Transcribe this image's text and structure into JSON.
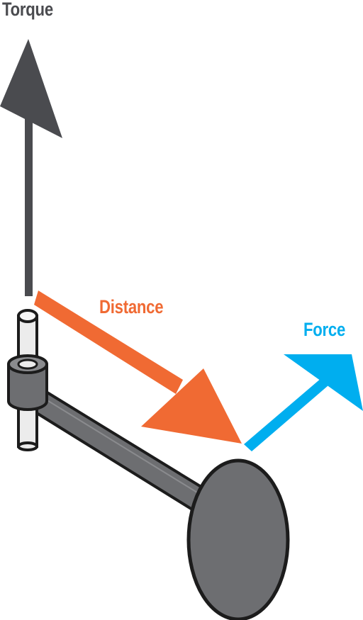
{
  "labels": {
    "torque": "Torque",
    "distance": "Distance",
    "force": "Force"
  },
  "colors": {
    "torque": "#4a4b4f",
    "distance": "#f06a33",
    "force": "#00aeef",
    "lever": "#6d6e71",
    "outline": "#1c1c1c",
    "axle": "#ececec"
  }
}
